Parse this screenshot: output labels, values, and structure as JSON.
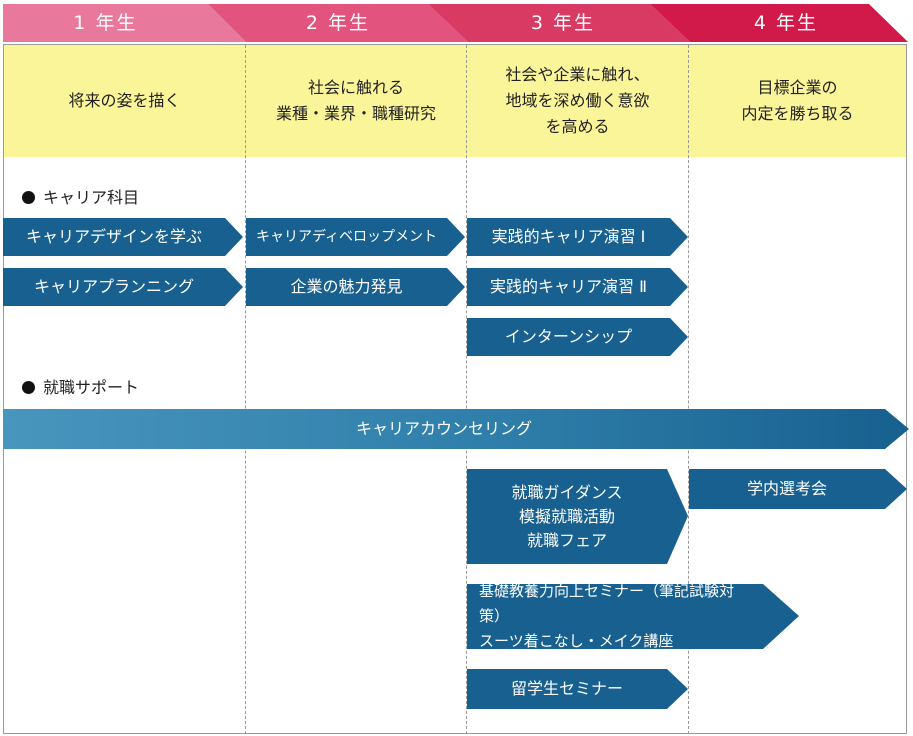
{
  "colors": {
    "year_tabs": [
      "#e8799d",
      "#e2537d",
      "#d83a64",
      "#d21a4a"
    ],
    "goal_band": "#fbf59a",
    "arrow_blue": "#17608f",
    "counseling_gradient": [
      "#4896be",
      "#17608f"
    ]
  },
  "years": [
    "1 年生",
    "2 年生",
    "3 年生",
    "4 年生"
  ],
  "goals": [
    "将来の姿を描く",
    "社会に触れる\n業種・業界・職種研究",
    "社会や企業に触れ、\n地域を深め働く意欲\nを高める",
    "目標企業の\n内定を勝ち取る"
  ],
  "sections": {
    "career_subjects": "キャリア科目",
    "job_support": "就職サポート"
  },
  "career_courses": {
    "year1": [
      "キャリアデザインを学ぶ",
      "キャリアプランニング"
    ],
    "year2": [
      "キャリアディベロップメント",
      "企業の魅力発見"
    ],
    "year3": [
      "実践的キャリア演習 Ⅰ",
      "実践的キャリア演習 Ⅱ",
      "インターンシップ"
    ]
  },
  "support": {
    "counseling": "キャリアカウンセリング",
    "guidance": "就職ガイダンス\n模擬就職活動\n就職フェア",
    "seminar": "基礎教養力向上セミナー（筆記試験対策）\nスーツ着こなし・メイク講座",
    "international": "留学生セミナー",
    "on_campus": "学内選考会"
  }
}
